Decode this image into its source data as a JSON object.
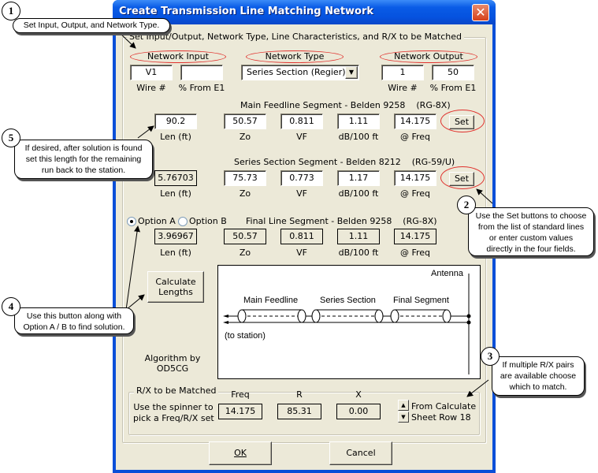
{
  "window": {
    "title": "Create Transmission Line Matching Network",
    "close_icon": "close-icon"
  },
  "main_group": {
    "label": "Set Input/Output, Network Type, Line Characteristics, and R/X to be Matched"
  },
  "network_input": {
    "heading": "Network Input",
    "wire_value": "V1",
    "percent_value": "",
    "wire_label": "Wire #",
    "percent_label": "% From E1"
  },
  "network_type": {
    "heading": "Network Type",
    "selected": "Series Section (Regier)"
  },
  "network_output": {
    "heading": "Network Output",
    "wire_value": "1",
    "percent_value": "50",
    "wire_label": "Wire #",
    "percent_label": "% From E1"
  },
  "main_feedline": {
    "title": "Main Feedline Segment - Belden 9258    (RG-8X)",
    "len": "90.2",
    "zo": "50.57",
    "vf": "0.811",
    "db": "1.11",
    "freq": "14.175",
    "set_label": "Set"
  },
  "series_section": {
    "title": "Series Section Segment - Belden 8212    (RG-59/U)",
    "len": "5.76703",
    "zo": "75.73",
    "vf": "0.773",
    "db": "1.17",
    "freq": "14.175",
    "set_label": "Set"
  },
  "final_segment": {
    "title": "Final Line Segment - Belden 9258    (RG-8X)",
    "option_a": "Option A",
    "option_b": "Option B",
    "selected_option": "A",
    "len": "3.96967",
    "zo": "50.57",
    "vf": "0.811",
    "db": "1.11",
    "freq": "14.175"
  },
  "column_labels": {
    "len": "Len (ft)",
    "zo": "Zo",
    "vf": "VF",
    "db": "dB/100 ft",
    "freq": "@ Freq"
  },
  "calculate_button": "Calculate Lengths",
  "algorithm_credit": [
    "Algorithm by",
    "OD5CG"
  ],
  "diagram": {
    "antenna": "Antenna",
    "main_feedline": "Main Feedline",
    "series_section": "Series Section",
    "final_segment": "Final Segment",
    "to_station": "(to station)"
  },
  "rx_group": {
    "label": "R/X to be Matched",
    "hint": [
      "Use the spinner to",
      "pick a Freq/R/X set"
    ],
    "freq_label": "Freq",
    "r_label": "R",
    "x_label": "X",
    "freq": "14.175",
    "r": "85.31",
    "x": "0.00",
    "source": [
      "From Calculate",
      "Sheet Row 18"
    ]
  },
  "buttons": {
    "ok": "OK",
    "cancel": "Cancel"
  },
  "callouts": [
    {
      "number": "1",
      "text": "Set Input, Output, and Network Type."
    },
    {
      "number": "2",
      "text": [
        "Use the Set buttons to choose",
        "from the list of standard lines",
        "or enter custom values",
        "directly in the four fields."
      ]
    },
    {
      "number": "3",
      "text": [
        "If multiple R/X pairs",
        "are available choose",
        "which to match."
      ]
    },
    {
      "number": "4",
      "text": [
        "Use this button along with",
        "Option A / B to find solution."
      ]
    },
    {
      "number": "5",
      "text": [
        "If desired, after solution is found",
        "set this length for the remaining",
        "run back to the station."
      ]
    }
  ],
  "colors": {
    "titlebar": "#0a5ce6",
    "dialog_bg": "#ece9d8",
    "highlight_oval": "#e0302c"
  }
}
